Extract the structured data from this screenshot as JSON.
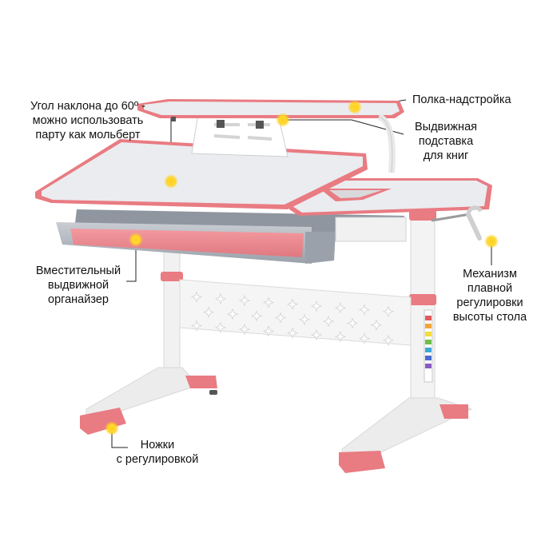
{
  "colors": {
    "accent": "#e97b82",
    "accent_dark": "#d5646d",
    "desk_surface": "#e9ebee",
    "frame": "#f3f3f3",
    "dot": "#ffd21f",
    "dot_glow": "#ffe98a"
  },
  "callouts": {
    "tilt": "Угол наклона до 60º -\nможно использовать\nпарту как мольберт",
    "shelf": "Полка-надстройка",
    "book_stand": "Выдвижная\nподставка\nдля книг",
    "organizer": "Вместительный\nвыдвижной\nорганайзер",
    "height_mechanism": "Механизм\nплавной\nрегулировки\nвысоты стола",
    "legs": "Ножки\nс регулировкой"
  }
}
